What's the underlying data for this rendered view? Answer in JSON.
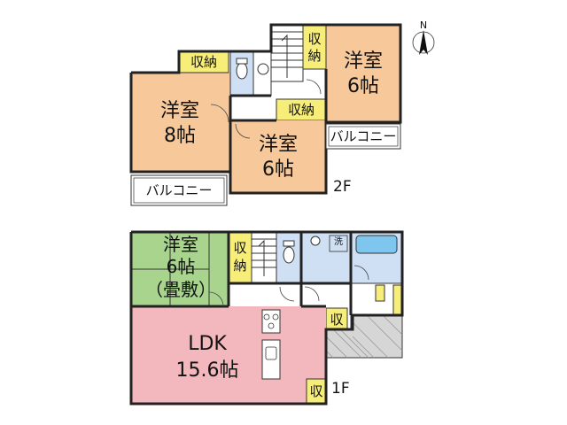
{
  "floors": {
    "second": {
      "label": "2F",
      "rooms": [
        {
          "name": "洋室",
          "size": "8帖",
          "color": "#f7c99a"
        },
        {
          "name": "洋室",
          "size": "6帖",
          "color": "#f7c99a"
        },
        {
          "name": "洋室",
          "size": "6帖",
          "color": "#f7c99a"
        }
      ],
      "storage": [
        "収納",
        "収納",
        "収",
        "納"
      ],
      "balconies": [
        "バルコニー",
        "バルコニー"
      ]
    },
    "first": {
      "label": "1F",
      "rooms": [
        {
          "name": "洋室",
          "size": "6帖",
          "note": "（畳敷）",
          "color": "#a8d48e"
        },
        {
          "name": "LDK",
          "size": "15.6帖",
          "color": "#f2b8bd"
        }
      ],
      "storage": [
        "収",
        "納",
        "収",
        "収"
      ],
      "wash_label": "洗"
    }
  },
  "compass": {
    "label": "N"
  },
  "colors": {
    "western_room": "#f7c99a",
    "tatami_room": "#a8d48e",
    "ldk": "#f2b8bd",
    "storage": "#f7ee7a",
    "wet_area": "#cfe0f5",
    "bath": "#7fc6ee",
    "wall": "#222222"
  }
}
